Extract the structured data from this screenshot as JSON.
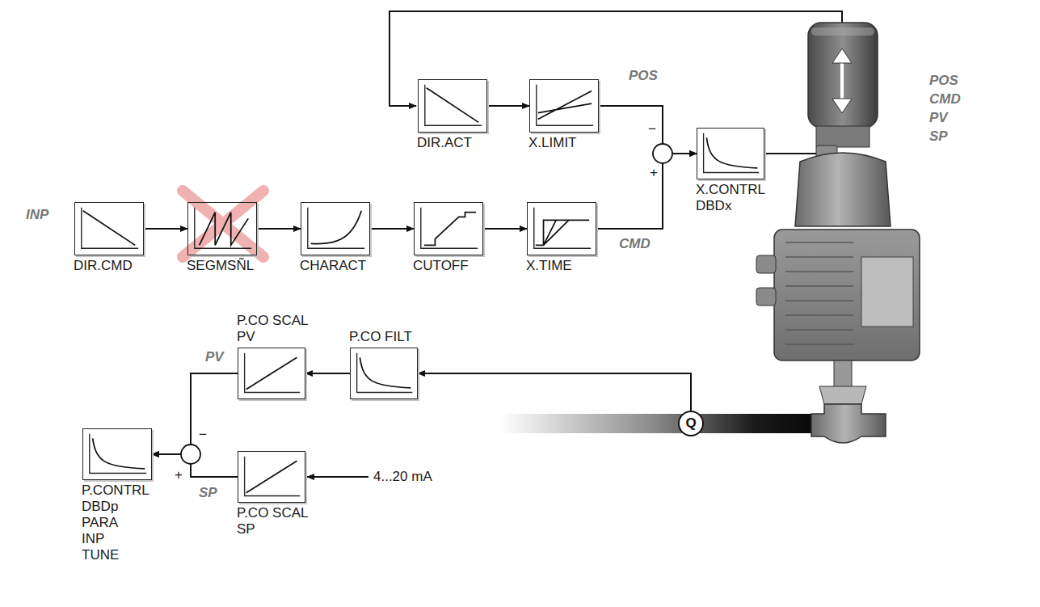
{
  "diagram": {
    "nodes": [
      {
        "text": [
          "DIR.CMD"
        ]
      },
      {
        "text": [
          "SEGMSÑL"
        ]
      },
      {
        "text": [
          "CHARACT"
        ]
      },
      {
        "text": [
          "CUTOFF"
        ]
      },
      {
        "text": [
          "X.TIME"
        ]
      },
      {
        "text": [
          "DIR.ACT"
        ]
      },
      {
        "text": [
          "X.LIMIT"
        ]
      },
      {
        "text": [
          "X.CONTRL",
          "DBDx"
        ]
      },
      {
        "text": [
          "P.CO FILT"
        ]
      },
      {
        "text": [
          "P.CO SCAL",
          "PV"
        ]
      },
      {
        "text": [
          "P.CO SCAL",
          "SP"
        ]
      },
      {
        "text": [
          "P.CONTRL",
          "DBDp",
          "PARA",
          "INP",
          "TUNE"
        ]
      },
      {
        "text": [
          "Q"
        ]
      }
    ],
    "edges": [
      {
        "from": 0,
        "to": 1,
        "arrow": "to"
      },
      {
        "from": 1,
        "to": 2,
        "arrow": "to"
      },
      {
        "from": 2,
        "to": 3,
        "arrow": "to"
      },
      {
        "from": 3,
        "to": 4,
        "arrow": "to"
      },
      {
        "from": 5,
        "to": 6,
        "arrow": "to"
      },
      {
        "from": 6,
        "to": 7,
        "arrow": "to"
      },
      {
        "from": 4,
        "to": 7,
        "arrow": "to"
      },
      {
        "from": 12,
        "to": 8,
        "arrow": "to"
      },
      {
        "from": 8,
        "to": 9,
        "arrow": "to"
      },
      {
        "from": 9,
        "to": 11,
        "arrow": "to"
      },
      {
        "from": 10,
        "to": 11,
        "arrow": "to"
      }
    ],
    "labels": [
      "INP",
      "POS",
      "−",
      "+",
      "CMD",
      "POS",
      "CMD",
      "PV",
      "SP",
      "PV",
      "−",
      "+",
      "SP",
      "4...20 mA"
    ]
  }
}
